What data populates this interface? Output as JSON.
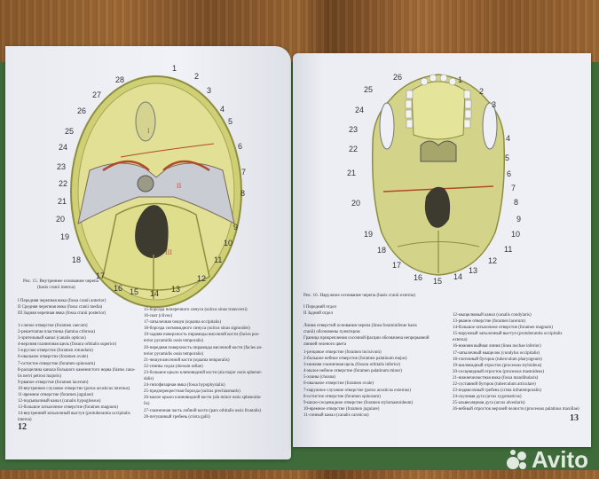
{
  "photo": {
    "subject": "Open anatomy book on wooden table",
    "watermark": "Avito"
  },
  "left_page": {
    "page_number": "12",
    "figure_caption": [
      "Рис. 15. Внутреннее основание черепа",
      "(basis cranii interna)"
    ],
    "labels": [
      "1",
      "2",
      "3",
      "4",
      "5",
      "6",
      "7",
      "8",
      "9",
      "10",
      "11",
      "12",
      "13",
      "14",
      "15",
      "16",
      "17",
      "18",
      "19",
      "20",
      "21",
      "22",
      "23",
      "24",
      "25",
      "26",
      "27",
      "28"
    ],
    "roman_marks": [
      "I",
      "II",
      "III"
    ],
    "sections": [
      "I Передняя черепная ямка (fossa cranii anterior)",
      "II Средняя черепная ямка (fossa cranii media)",
      "III Задняя черепная ямка (fossa cranii posterior)"
    ],
    "legend_col1": [
      "1-слепое отверстие (foramen caecum)",
      "2-решетчатая пластинка (lamina cribrosa)",
      "3-зрительный канал (canalis opticus)",
      "4-верхняя глазничная щель (fissura orbitalis superior)",
      "5-круглое отверстие (foramen rotundum)",
      "6-овальное отверстие (foramen ovale)",
      "7-остистое отверстие (foramen spinosum)",
      "8-расщелина канала большого каменистого нерва (hiatus cana-",
      "lis nervi petrosi majoris)",
      "9-рваное отверстие (foramen lacerum)",
      "10-внутреннее слуховое отверстие (porus acusticus internus)",
      "11-яремное отверстие (foramen jugulare)",
      "12-подъязычный канал (canalis hypoglossus)",
      "13-большое затылочное отверстие (foramen magnum)",
      "14-внутренний затылочный выступ (protuberantia occipitalis",
      "interna)"
    ],
    "legend_col2": [
      "15-борозда поперечного синуса (sulcus sinus transversi)",
      "16-скат (clivus)",
      "17-затылочная чешуя (squama occipitalis)",
      "18-борозда сигмовидного синуса (sulcus sinus sigmoidei)",
      "19-задняя поверхность пирамиды височной кости (facies pos-",
      "terior pyramidis ossis temporalis)",
      "20-передняя поверхность пирамиды височной кости (facies an-",
      "terior pyramidis ossis temporalis)",
      "21-чешуя височной кости (squama temporalis)",
      "22-спинка седла (dorsum sellae)",
      "23-большое крыло клиновидной кости (ala major ossis sphenoi-",
      "dalis)",
      "24-гипофизарная ямка (fossa hypophysialis)",
      "25-предперекрестная борозда (sulcus prechiasmatis)",
      "26-малое крыло клиновидной кости (ala minor ossis sphenoida-",
      "lis)",
      "27-глазничная часть лобной кости (pars orbitalis ossis frontalis)",
      "28-петушиный гребень (crista galli)"
    ]
  },
  "right_page": {
    "page_number": "13",
    "figure_caption": "Рис. 16. Наружное основание черепа (basis cranii externa)",
    "labels": [
      "1",
      "2",
      "3",
      "4",
      "5",
      "6",
      "7",
      "8",
      "9",
      "10",
      "11",
      "12",
      "13",
      "14",
      "15",
      "16",
      "17",
      "18",
      "19",
      "20",
      "21",
      "22",
      "23",
      "24",
      "25",
      "26"
    ],
    "sections": [
      "I Передний отдел",
      "II Задний отдел"
    ],
    "notes": [
      "Линия отверстий основания черепа (linea foraminiferae basis",
      "cranii) обозначены пунктиром",
      "Граница прикрепления сосочной фасции обозначена непрерывной",
      "линией зеленого цвета"
    ],
    "legend_col1": [
      "1-резцовое отверстие (foramen incisivum)",
      "2-большое небное отверстие (foramen palatinum majus)",
      "3-нижняя глазничная щель (fissura orbitalis inferior)",
      "4-малое небное отверстие (foramen palatinum minor)",
      "5-хоаны (choana)",
      "6-овальное отверстие (foramen ovale)",
      "7-наружное слуховое отверстие (porus acusticus externus)",
      "8-остистое отверстие (foramen spinosum)",
      "9-шило-сосцевидное отверстие (foramen stylomastoideum)",
      "10-яремное отверстие (foramen jugulare)",
      "11-сонный канал (canalis caroticus)"
    ],
    "legend_col2": [
      "12-мыщелковый канал (canalis condylaris)",
      "13-рваное отверстие (foramen lacerum)",
      "14-большое затылочное отверстие (foramen magnum)",
      "15-наружный затылочный выступ (protuberantia occipitalis",
      "externa)",
      "16-нижняя выйная линия (linea nuchae inferior)",
      "17-затылочный мыщелок (condylus occipitalis)",
      "18-глоточный бугорок (tuberculum pharyngeum)",
      "19-шиловидный отросток (processus styloideus)",
      "20-сосцевидный отросток (processus mastoideus)",
      "21-нижнечелюстная ямка (fossa mandibularis)",
      "22-суставной бугорок (tuberculum articulare)",
      "23-подвисочный гребень (crista infratemporalis)",
      "24-скуловая дуга (arcus zygomaticus)",
      "25-альвеолярная дуга (arcus alveolaris)",
      "26-небный отросток верхней челюсти (processus palatinus maxillae)"
    ]
  },
  "colors": {
    "bone": "#d9d98a",
    "bone_dark": "#a8a84e",
    "page": "#eef0f6",
    "wood": "#8a5a2b",
    "cover": "#3f6b3a",
    "line_red": "#b04a2a"
  }
}
